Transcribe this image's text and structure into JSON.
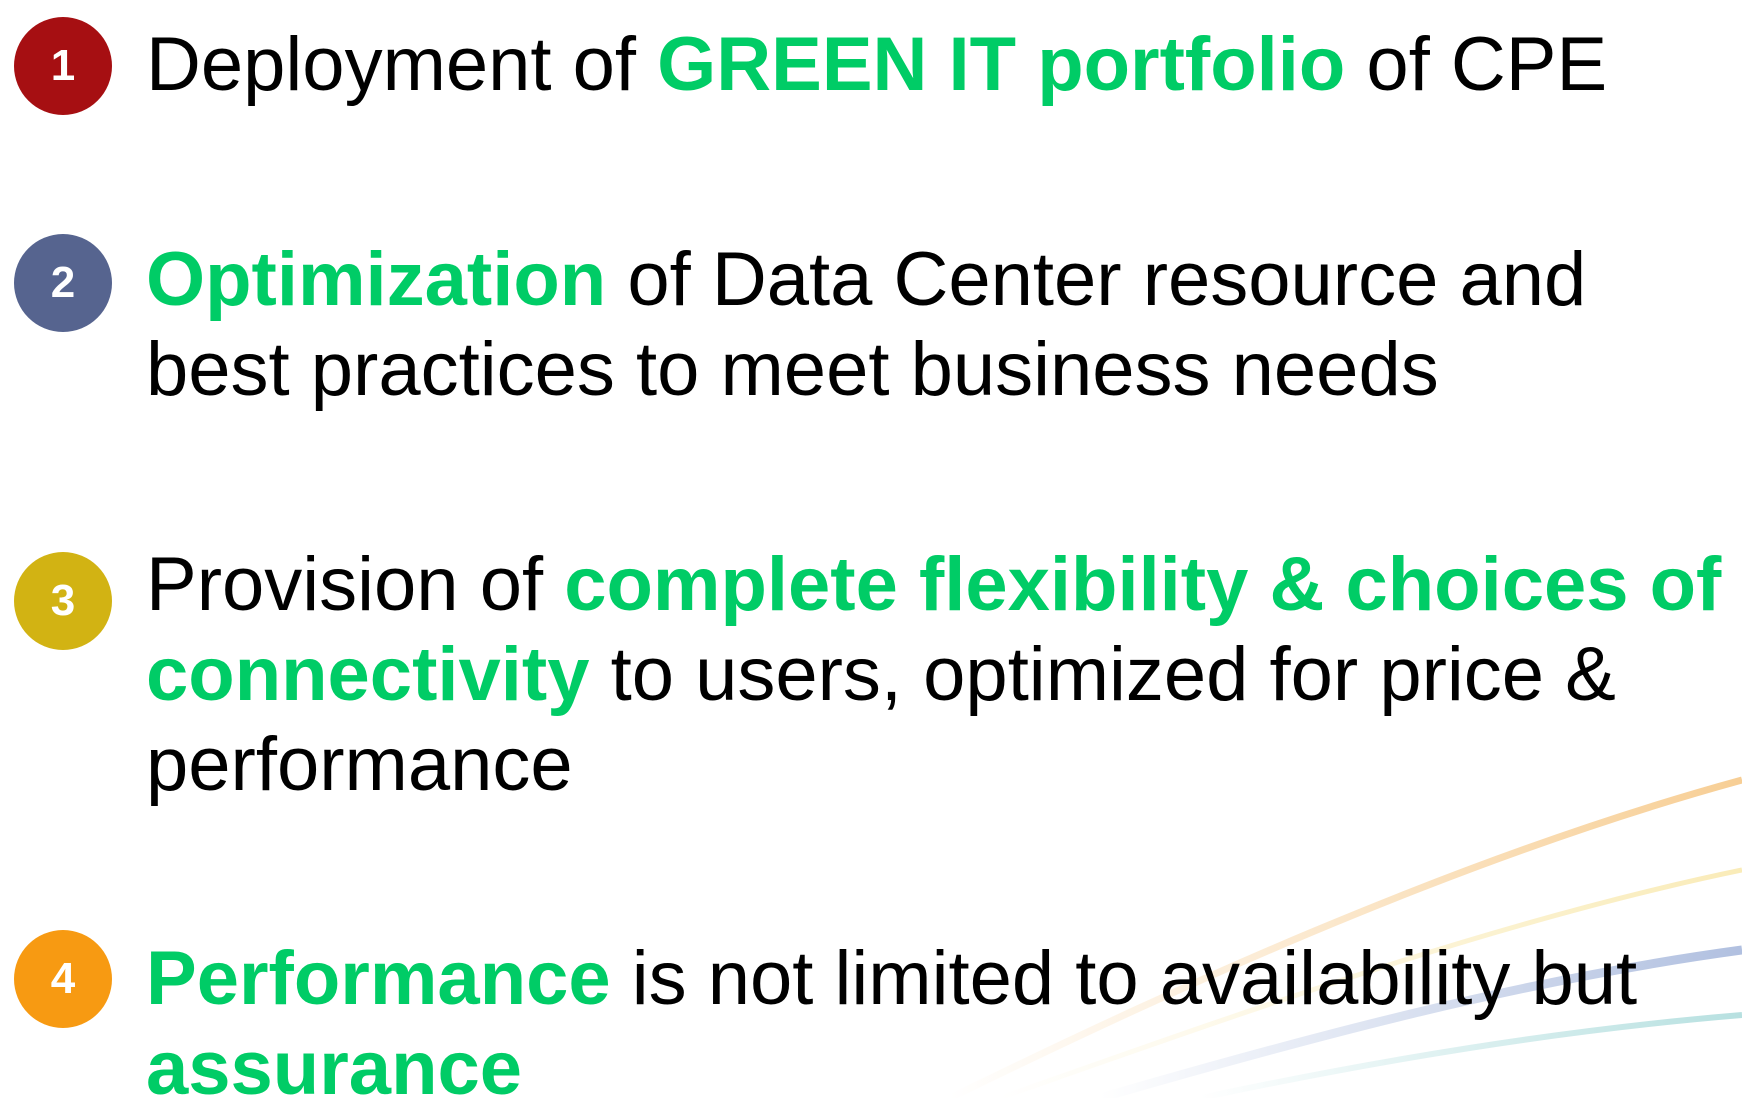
{
  "items": [
    {
      "number": "1",
      "badge_color": "#a60f12",
      "segments": [
        {
          "text": "Deployment of ",
          "highlight": false
        },
        {
          "text": "GREEN IT portfolio",
          "highlight": true
        },
        {
          "text": " of CPE",
          "highlight": false
        }
      ]
    },
    {
      "number": "2",
      "badge_color": "#56648f",
      "segments": [
        {
          "text": "Optimization",
          "highlight": true
        },
        {
          "text": " of Data Center resource and best practices to meet business needs",
          "highlight": false
        }
      ]
    },
    {
      "number": "3",
      "badge_color": "#d2b313",
      "segments": [
        {
          "text": "Provision of ",
          "highlight": false
        },
        {
          "text": "complete flexibility & choices of connectivity",
          "highlight": true
        },
        {
          "text": " to users, optimized for price & performance",
          "highlight": false
        }
      ]
    },
    {
      "number": "4",
      "badge_color": "#f79a12",
      "segments": [
        {
          "text": "Performance",
          "highlight": true
        },
        {
          "text": " is not limited to availability but ",
          "highlight": false
        },
        {
          "text": "assurance",
          "highlight": true
        }
      ]
    }
  ],
  "colors": {
    "highlight": "#00cc66",
    "body_text": "#000000",
    "background": "#ffffff"
  }
}
